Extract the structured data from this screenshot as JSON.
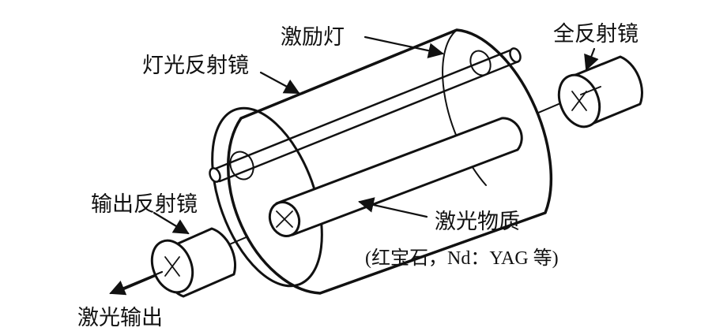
{
  "labels": {
    "pump_lamp": "激励灯",
    "lamp_reflector": "灯光反射镜",
    "total_reflector": "全反射镜",
    "output_reflector": "输出反射镜",
    "laser_medium": "激光物质",
    "medium_examples": "(红宝石，Nd：YAG 等)",
    "laser_output": "激光输出"
  },
  "colors": {
    "line": "#111111",
    "background": "#ffffff"
  }
}
